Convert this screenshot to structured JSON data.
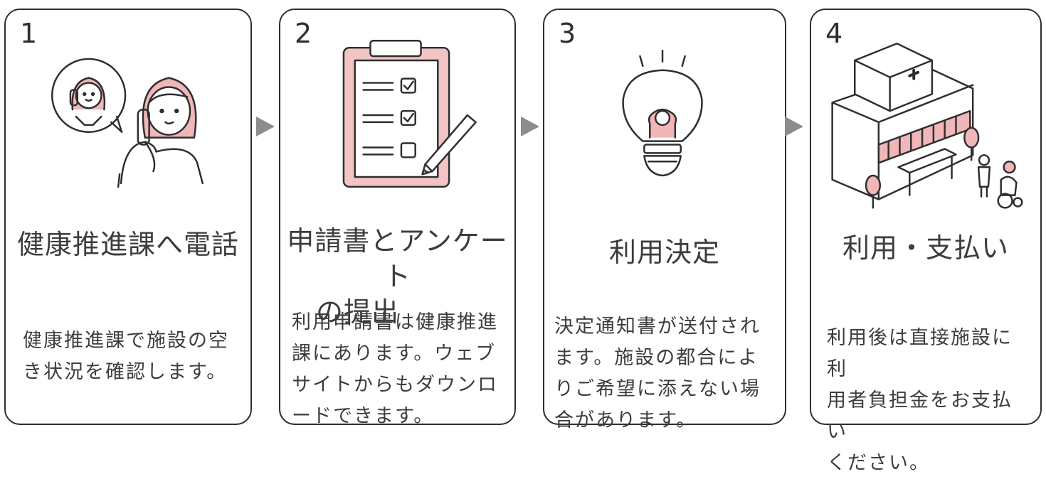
{
  "steps": [
    {
      "number": "1",
      "title": "健康推進課へ電話",
      "description": [
        "健康推進課で施設の空",
        "き状況を確認します。"
      ]
    },
    {
      "number": "2",
      "title_line1": "申請書とアンケート",
      "title_line2": "の提出",
      "description": [
        "利用申請書は健康推進",
        "課にあります。ウェブ",
        "サイトからもダウンロ",
        "ードできます。"
      ]
    },
    {
      "number": "3",
      "title": "利用決定",
      "description": [
        "決定通知書が送付され",
        "ます。施設の都合によ",
        "りご希望に添えない場",
        "合があります。"
      ]
    },
    {
      "number": "4",
      "title": "利用・支払い",
      "description": [
        "利用後は直接施設に利",
        "用者負担金をお支払い",
        "ください。"
      ]
    }
  ],
  "colors": {
    "accent_pink": "#f0b6b8",
    "clipboard_fill": "#f2c4c4",
    "outline": "#2e2e2e",
    "arrow": "#8c8c8c"
  },
  "icons": [
    "phone-call-icon",
    "clipboard-checklist-icon",
    "lightbulb-icon",
    "hospital-building-icon"
  ]
}
